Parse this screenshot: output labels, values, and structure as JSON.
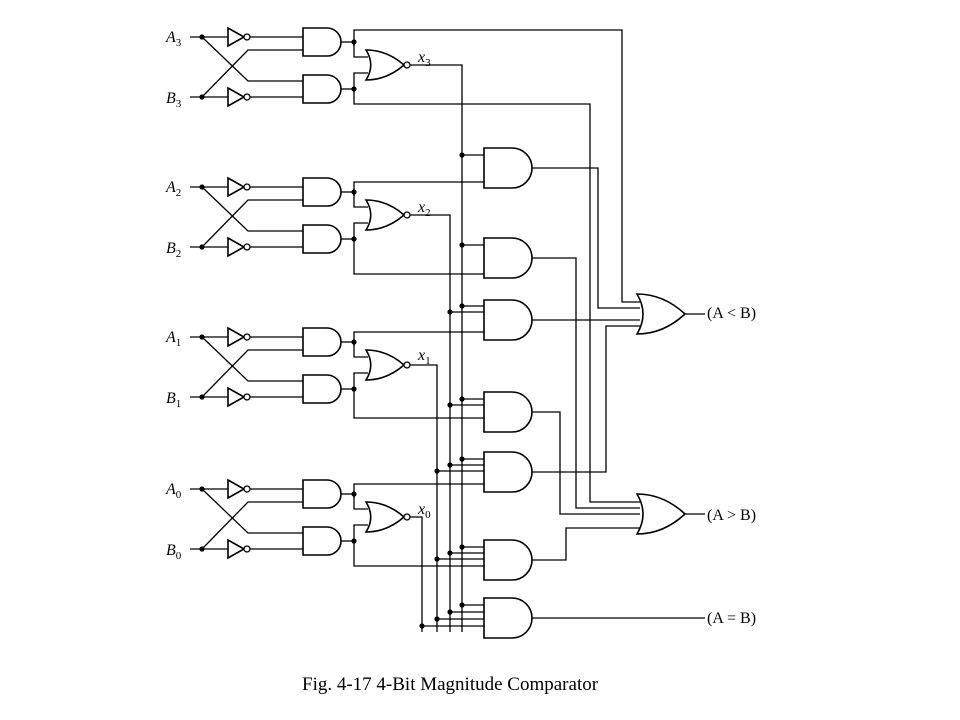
{
  "figure": {
    "caption": "Fig. 4-17  4-Bit Magnitude Comparator"
  },
  "inputs": [
    {
      "var": "A",
      "sub": "3"
    },
    {
      "var": "B",
      "sub": "3"
    },
    {
      "var": "A",
      "sub": "2"
    },
    {
      "var": "B",
      "sub": "2"
    },
    {
      "var": "A",
      "sub": "1"
    },
    {
      "var": "B",
      "sub": "1"
    },
    {
      "var": "A",
      "sub": "0"
    },
    {
      "var": "B",
      "sub": "0"
    }
  ],
  "stage_outputs": [
    {
      "var": "x",
      "sub": "3"
    },
    {
      "var": "x",
      "sub": "2"
    },
    {
      "var": "x",
      "sub": "1"
    },
    {
      "var": "x",
      "sub": "0"
    }
  ],
  "outputs": {
    "lt": "(A < B)",
    "gt": "(A > B)",
    "eq": "(A = B)"
  }
}
